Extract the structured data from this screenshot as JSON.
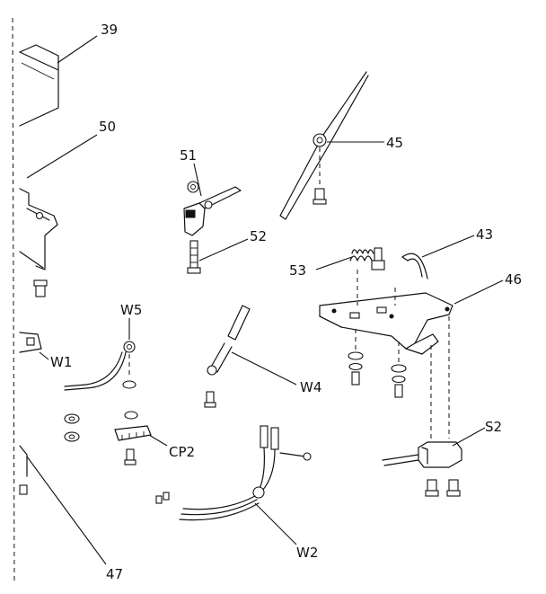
{
  "callouts": {
    "c39": "39",
    "c50": "50",
    "c51": "51",
    "c45": "45",
    "c52": "52",
    "c43": "43",
    "c53": "53",
    "c46": "46",
    "cW5": "W5",
    "cW1": "W1",
    "cW4": "W4",
    "cCP2": "CP2",
    "cS2": "S2",
    "cW2": "W2",
    "c47": "47"
  }
}
